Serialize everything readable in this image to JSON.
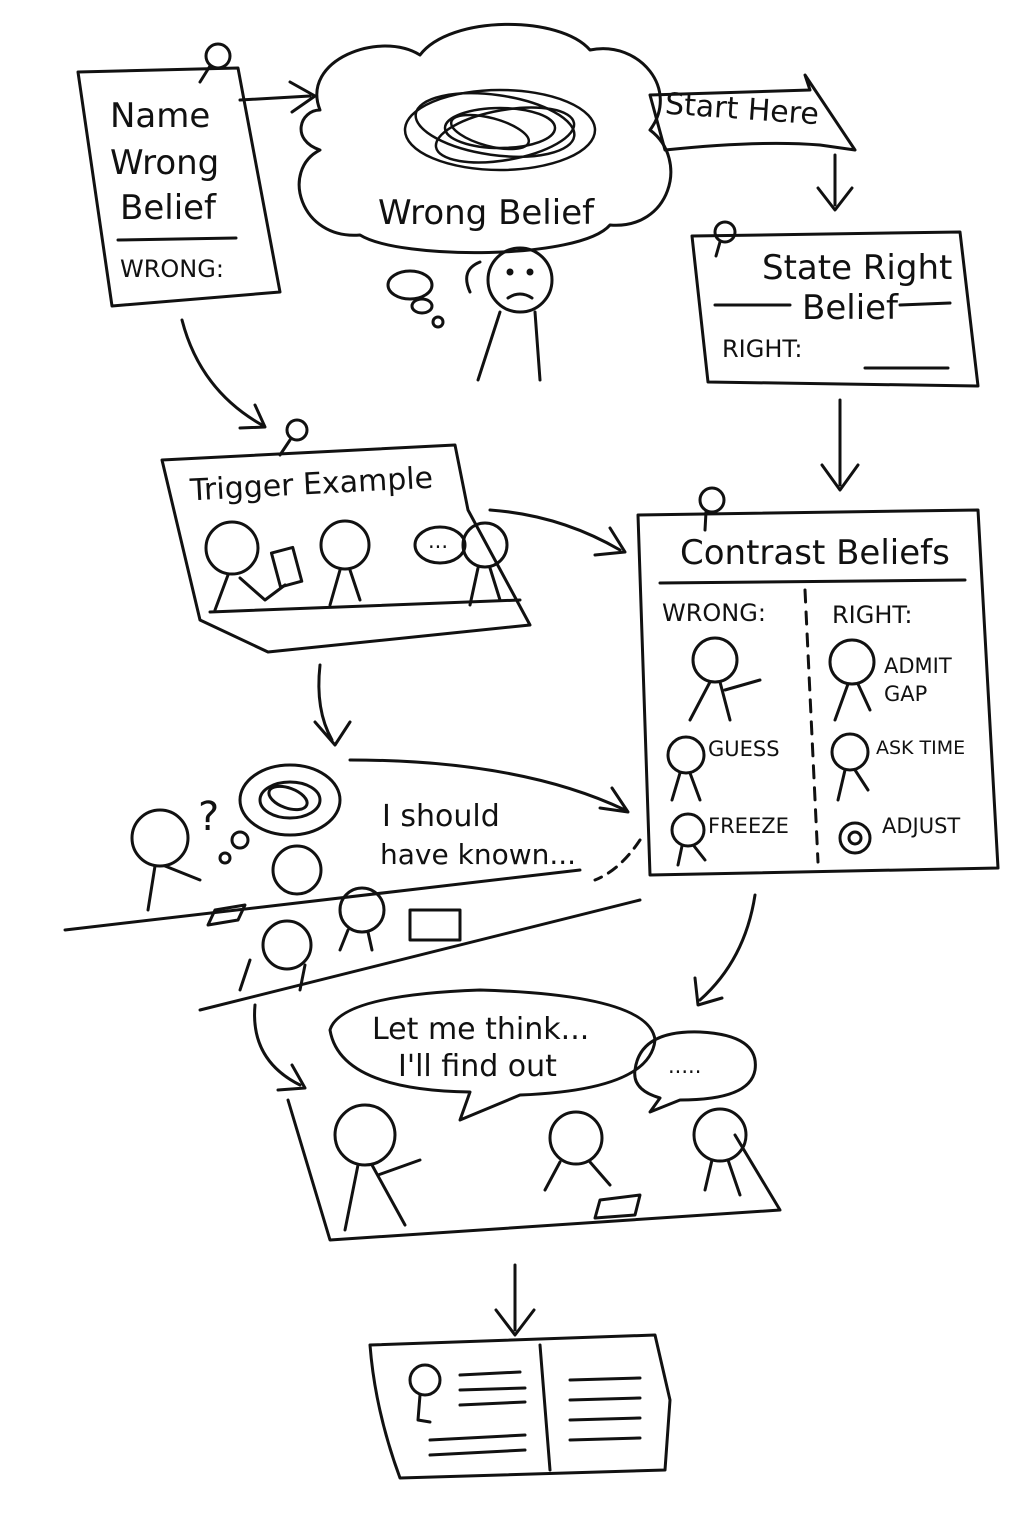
{
  "name_wrong_belief": {
    "title_line1": "Name",
    "title_line2": "Wrong",
    "title_line3": "Belief",
    "field_label": "WRONG:"
  },
  "thought_cloud": {
    "label": "Wrong Belief"
  },
  "start_here": {
    "label": "Start Here"
  },
  "state_right_belief": {
    "title_line1": "State Right",
    "title_line2": "Belief",
    "field_label": "RIGHT:"
  },
  "trigger_example": {
    "title": "Trigger Example",
    "bubble": "..."
  },
  "contrast_beliefs": {
    "title": "Contrast Beliefs",
    "wrong_header": "WRONG:",
    "right_header": "RIGHT:",
    "wrong_items": [
      "GUESS",
      "FREEZE"
    ],
    "right_items": [
      "ADMIT GAP",
      "ASK TIME",
      "ADJUST"
    ]
  },
  "meeting_scene": {
    "thought_line1": "I should",
    "thought_line2": "have known..."
  },
  "resolution_scene": {
    "speech_line1": "Let me think...",
    "speech_line2": "I'll find out",
    "other_bubble": "....."
  }
}
